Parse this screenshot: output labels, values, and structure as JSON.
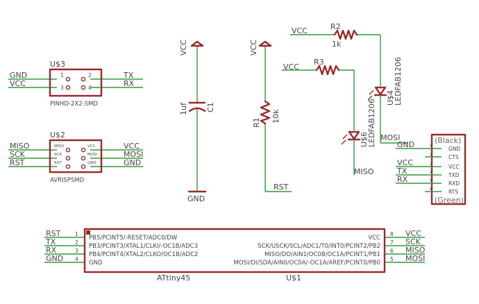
{
  "u3": {
    "name": "U$3",
    "package": "PINHD-2X2-SMD",
    "left_nets": [
      "GND",
      "VCC"
    ],
    "right_nets": [
      "TX",
      "RX"
    ],
    "pin_numbers": [
      "1",
      "2",
      "3",
      "4"
    ]
  },
  "u2": {
    "name": "U$2",
    "package": "AVRISPSMD",
    "left_nets": [
      "MISO",
      "SCK",
      "RST"
    ],
    "right_nets": [
      "VCC",
      "MOSI",
      "GND"
    ],
    "pins_left": [
      "MISO",
      "SCK",
      "RST"
    ],
    "pins_right": [
      "VCC",
      "MOSI",
      "GND"
    ]
  },
  "c1": {
    "name": "C1",
    "value": "1uf",
    "top_net": "VCC",
    "bottom_net": "GND"
  },
  "r1": {
    "name": "R1",
    "value": "10k",
    "top_net": "VCC",
    "bottom_net": "RST"
  },
  "r2": {
    "name": "R2",
    "value": "1k",
    "net": "VCC"
  },
  "r3": {
    "name": "R3",
    "net": "VCC"
  },
  "u4": {
    "name": "U$4",
    "part": "LEDFAB1206",
    "net": "MOSI"
  },
  "u6": {
    "name": "U$6",
    "part": "LEDFAB1206",
    "net": "MISO"
  },
  "ftdi": {
    "top_label": "(Black)",
    "bottom_label": "(Green)",
    "nets": [
      "GND",
      "",
      "VCC",
      "TX",
      "RX",
      ""
    ],
    "pin_names": [
      "GND",
      "CTS",
      "VCC",
      "TXD",
      "RXD",
      "RTS"
    ],
    "pin_numbers": [
      "1",
      "2",
      "3",
      "4",
      "5",
      "6"
    ]
  },
  "u1": {
    "name": "U$1",
    "part": "ATtiny45",
    "left_pins": [
      {
        "num": "1",
        "name": "PB5/PCINT5/-RESET/ADC0/DW",
        "net": "RST"
      },
      {
        "num": "2",
        "name": "PB3/PCINT3/XTAL1/CLKI/-OC1B/ADC3",
        "net": "TX"
      },
      {
        "num": "3",
        "name": "PB4/PCINT4/XTAL2/CLKO/OC1B/ADC2",
        "net": "RX"
      },
      {
        "num": "4",
        "name": "GND",
        "net": "GND"
      }
    ],
    "right_pins": [
      {
        "num": "8",
        "name": "VCC",
        "net": "VCC"
      },
      {
        "num": "7",
        "name": "SCK/USCK/SCL/ADC1/T0/INT0/PCINT2/PB2",
        "net": "SCK"
      },
      {
        "num": "6",
        "name": "MISO/DO/AIN1/OC0B/OC1A/PCINT1/PB1",
        "net": "MISO"
      },
      {
        "num": "5",
        "name": "MOSI/DI/SDA/AIN0/OC0A/-OC1A/AREF/PCINT0/PB0",
        "net": "MOSI"
      }
    ]
  },
  "colors": {
    "symbol": "#9a2a2a",
    "wire": "#2f9a3c",
    "text": "#444444"
  }
}
